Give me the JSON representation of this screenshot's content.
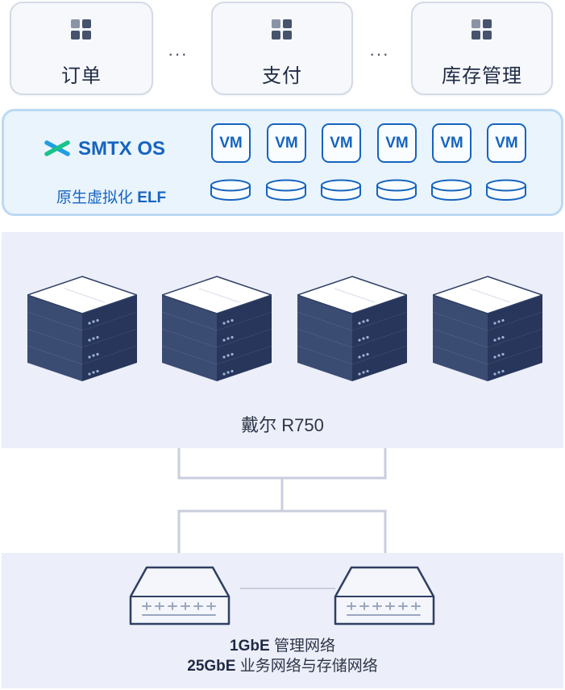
{
  "apps": [
    {
      "label": "订单"
    },
    {
      "label": "支付"
    },
    {
      "label": "库存管理"
    }
  ],
  "ellipsis": "···",
  "os": {
    "name": "SMTX OS",
    "subtitle_prefix": "原生虚拟化 ",
    "subtitle_product": "ELF",
    "vm_label": "VM",
    "vm_count": 6,
    "disk_count": 6
  },
  "servers": {
    "count": 4,
    "label": "戴尔 R750"
  },
  "network": {
    "switch_count": 2,
    "line1_speed": "1GbE",
    "line1_desc": " 管理网络",
    "line2_speed": "25GbE",
    "line2_desc": " 业务网络与存储网络"
  },
  "colors": {
    "accent": "#1564bf",
    "os_panel_bg": "#eaf4fd",
    "os_panel_border": "#bcd9f3",
    "infra_panel_bg": "#eceef9",
    "server_top": "#ffffff",
    "server_side": "#2f3f63",
    "connector": "#c9cede"
  },
  "icons": {
    "app": "grid-icon",
    "os_logo": "smtx-logo-icon",
    "disk": "disk-icon",
    "server": "server-stack-icon",
    "switch": "switch-icon"
  }
}
